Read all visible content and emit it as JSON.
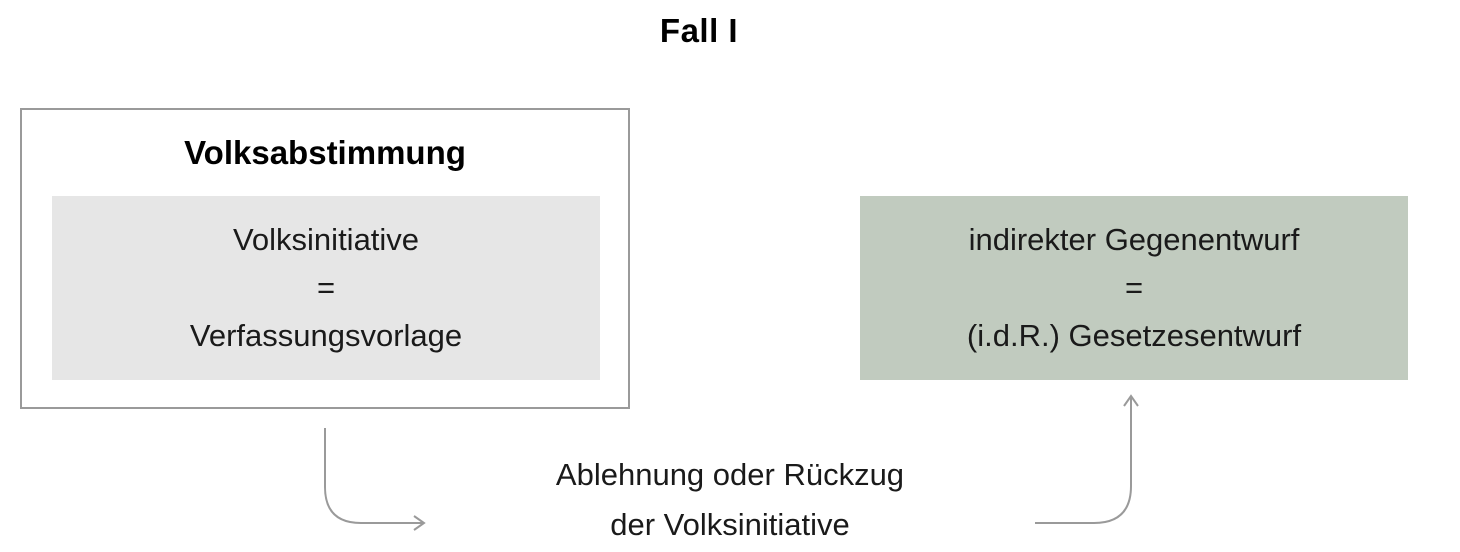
{
  "title": "Fall I",
  "left_box": {
    "heading": "Volksabstimmung",
    "lines": [
      "Volksinitiative",
      "=",
      "Verfassungsvorlage"
    ]
  },
  "right_box": {
    "lines": [
      "indirekter Gegenentwurf",
      "=",
      "(i.d.R.) Gesetzesentwurf"
    ]
  },
  "caption": {
    "lines": [
      "Ablehnung oder Rückzug",
      "der Volksinitiative"
    ]
  },
  "colors": {
    "inner_box": "#e6e6e6",
    "counter_box": "#c1cbbf",
    "border": "#9a9a9a",
    "arrow": "#9a9a9a"
  }
}
